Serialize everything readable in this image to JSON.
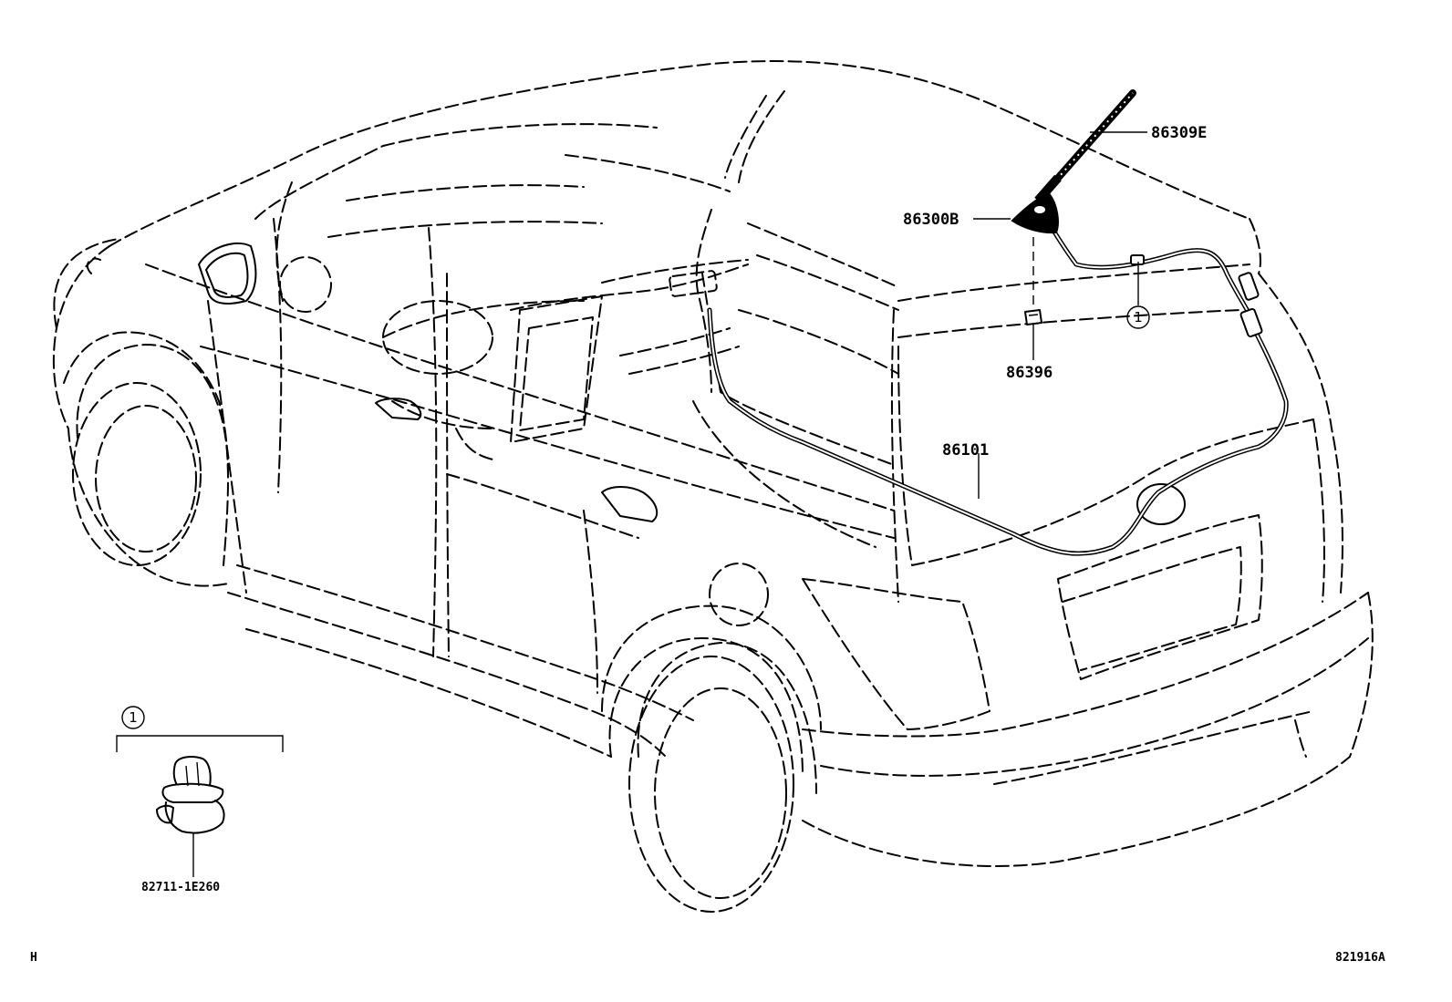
{
  "labels": {
    "antenna_rod": "86309E",
    "antenna_base": "86300B",
    "antenna_nut": "86396",
    "antenna_cord": "86101",
    "clip_part": "82711-1E260"
  },
  "callouts": {
    "clip_ref_on_car": "1",
    "clip_ref_detail": "1"
  },
  "corner": {
    "left": "H",
    "right": "821916A"
  }
}
